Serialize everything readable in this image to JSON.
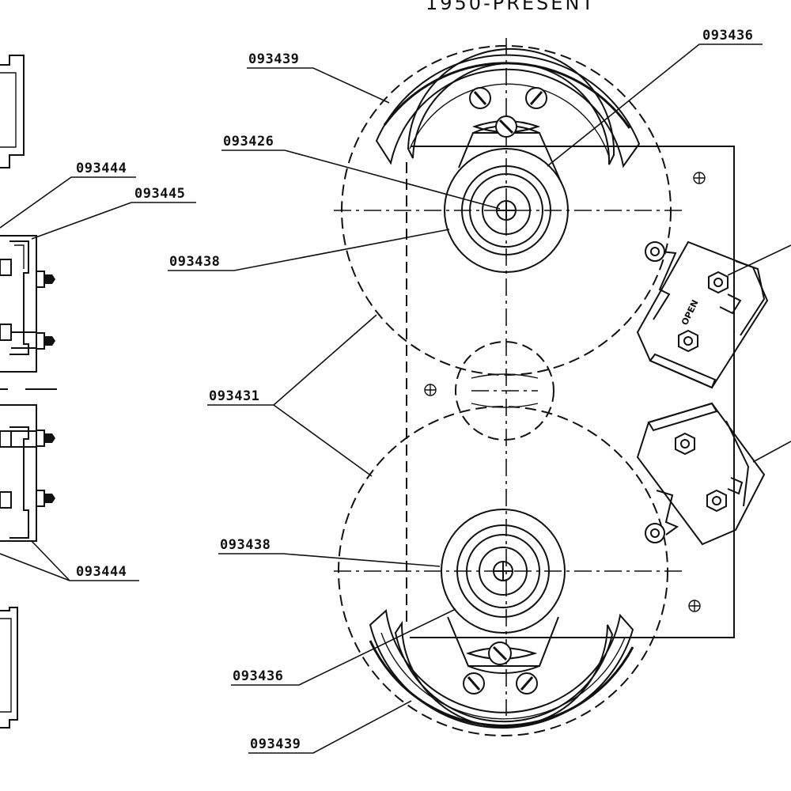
{
  "header": {
    "text": "1950-PRESENT"
  },
  "stamp": {
    "text": "OPEN"
  },
  "labels": {
    "p093439_top": "093439",
    "p093436_top": "093436",
    "p093426": "093426",
    "p093444_top": "093444",
    "p093445": "093445",
    "p093438_top": "093438",
    "p093431": "093431",
    "p093438_bottom": "093438",
    "p093444_bottom": "093444",
    "p093436_bottom": "093436",
    "p093439_bottom": "093439"
  }
}
